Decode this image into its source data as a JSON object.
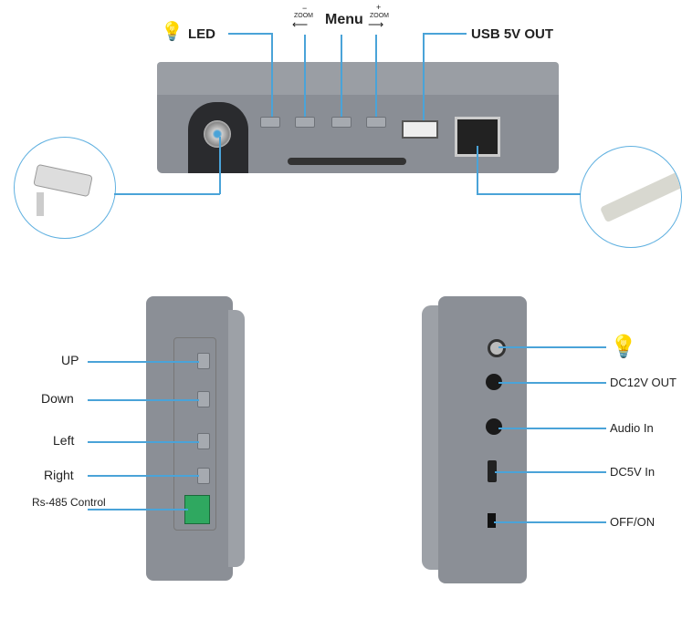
{
  "top": {
    "led_label": "LED",
    "zoom_minus_label": "ZOOM",
    "zoom_minus_sign": "−",
    "menu_label": "Menu",
    "zoom_plus_label": "ZOOM",
    "zoom_plus_sign": "+",
    "usb_label": "USB 5V OUT"
  },
  "left_side": {
    "labels": [
      "UP",
      "Down",
      "Left",
      "Right",
      "Rs-485 Control"
    ]
  },
  "right_side": {
    "labels": [
      "DC12V OUT",
      "Audio In",
      "DC5V In",
      "OFF/ON"
    ]
  },
  "colors": {
    "line": "#4aa3d8",
    "device": "#8d9198"
  }
}
